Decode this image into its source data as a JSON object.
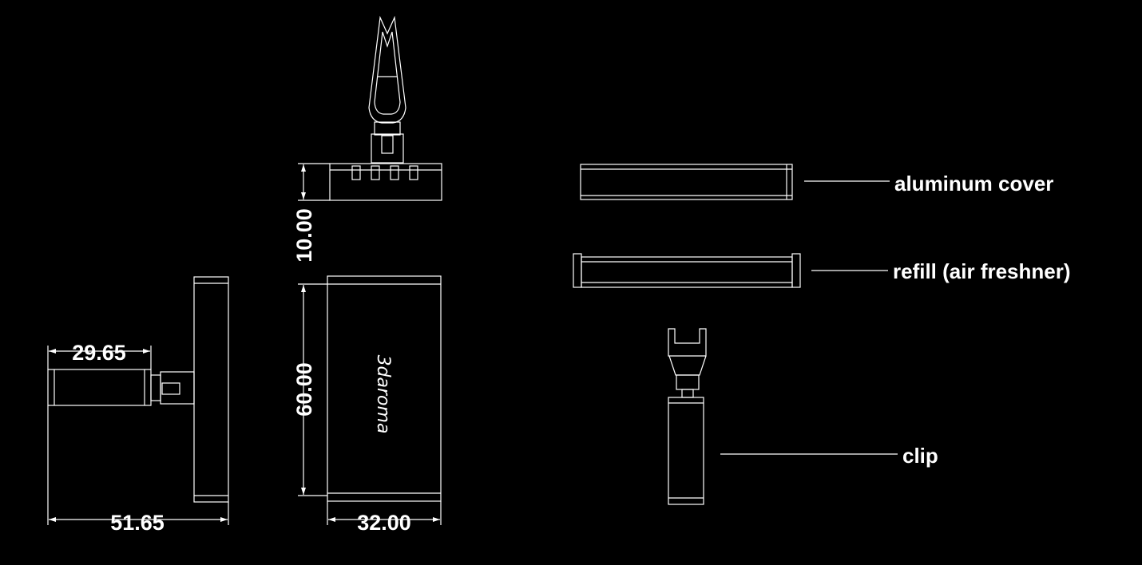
{
  "dimensions": {
    "clip_length": "29.65",
    "total_width": "51.65",
    "cover_thickness": "10.00",
    "body_height": "60.00",
    "body_width": "32.00"
  },
  "brand_text": "3daroma",
  "callouts": {
    "aluminum_cover": "aluminum cover",
    "refill": "refill (air freshner)",
    "clip": "clip"
  },
  "colors": {
    "background": "#000000",
    "line": "#ffffff"
  }
}
